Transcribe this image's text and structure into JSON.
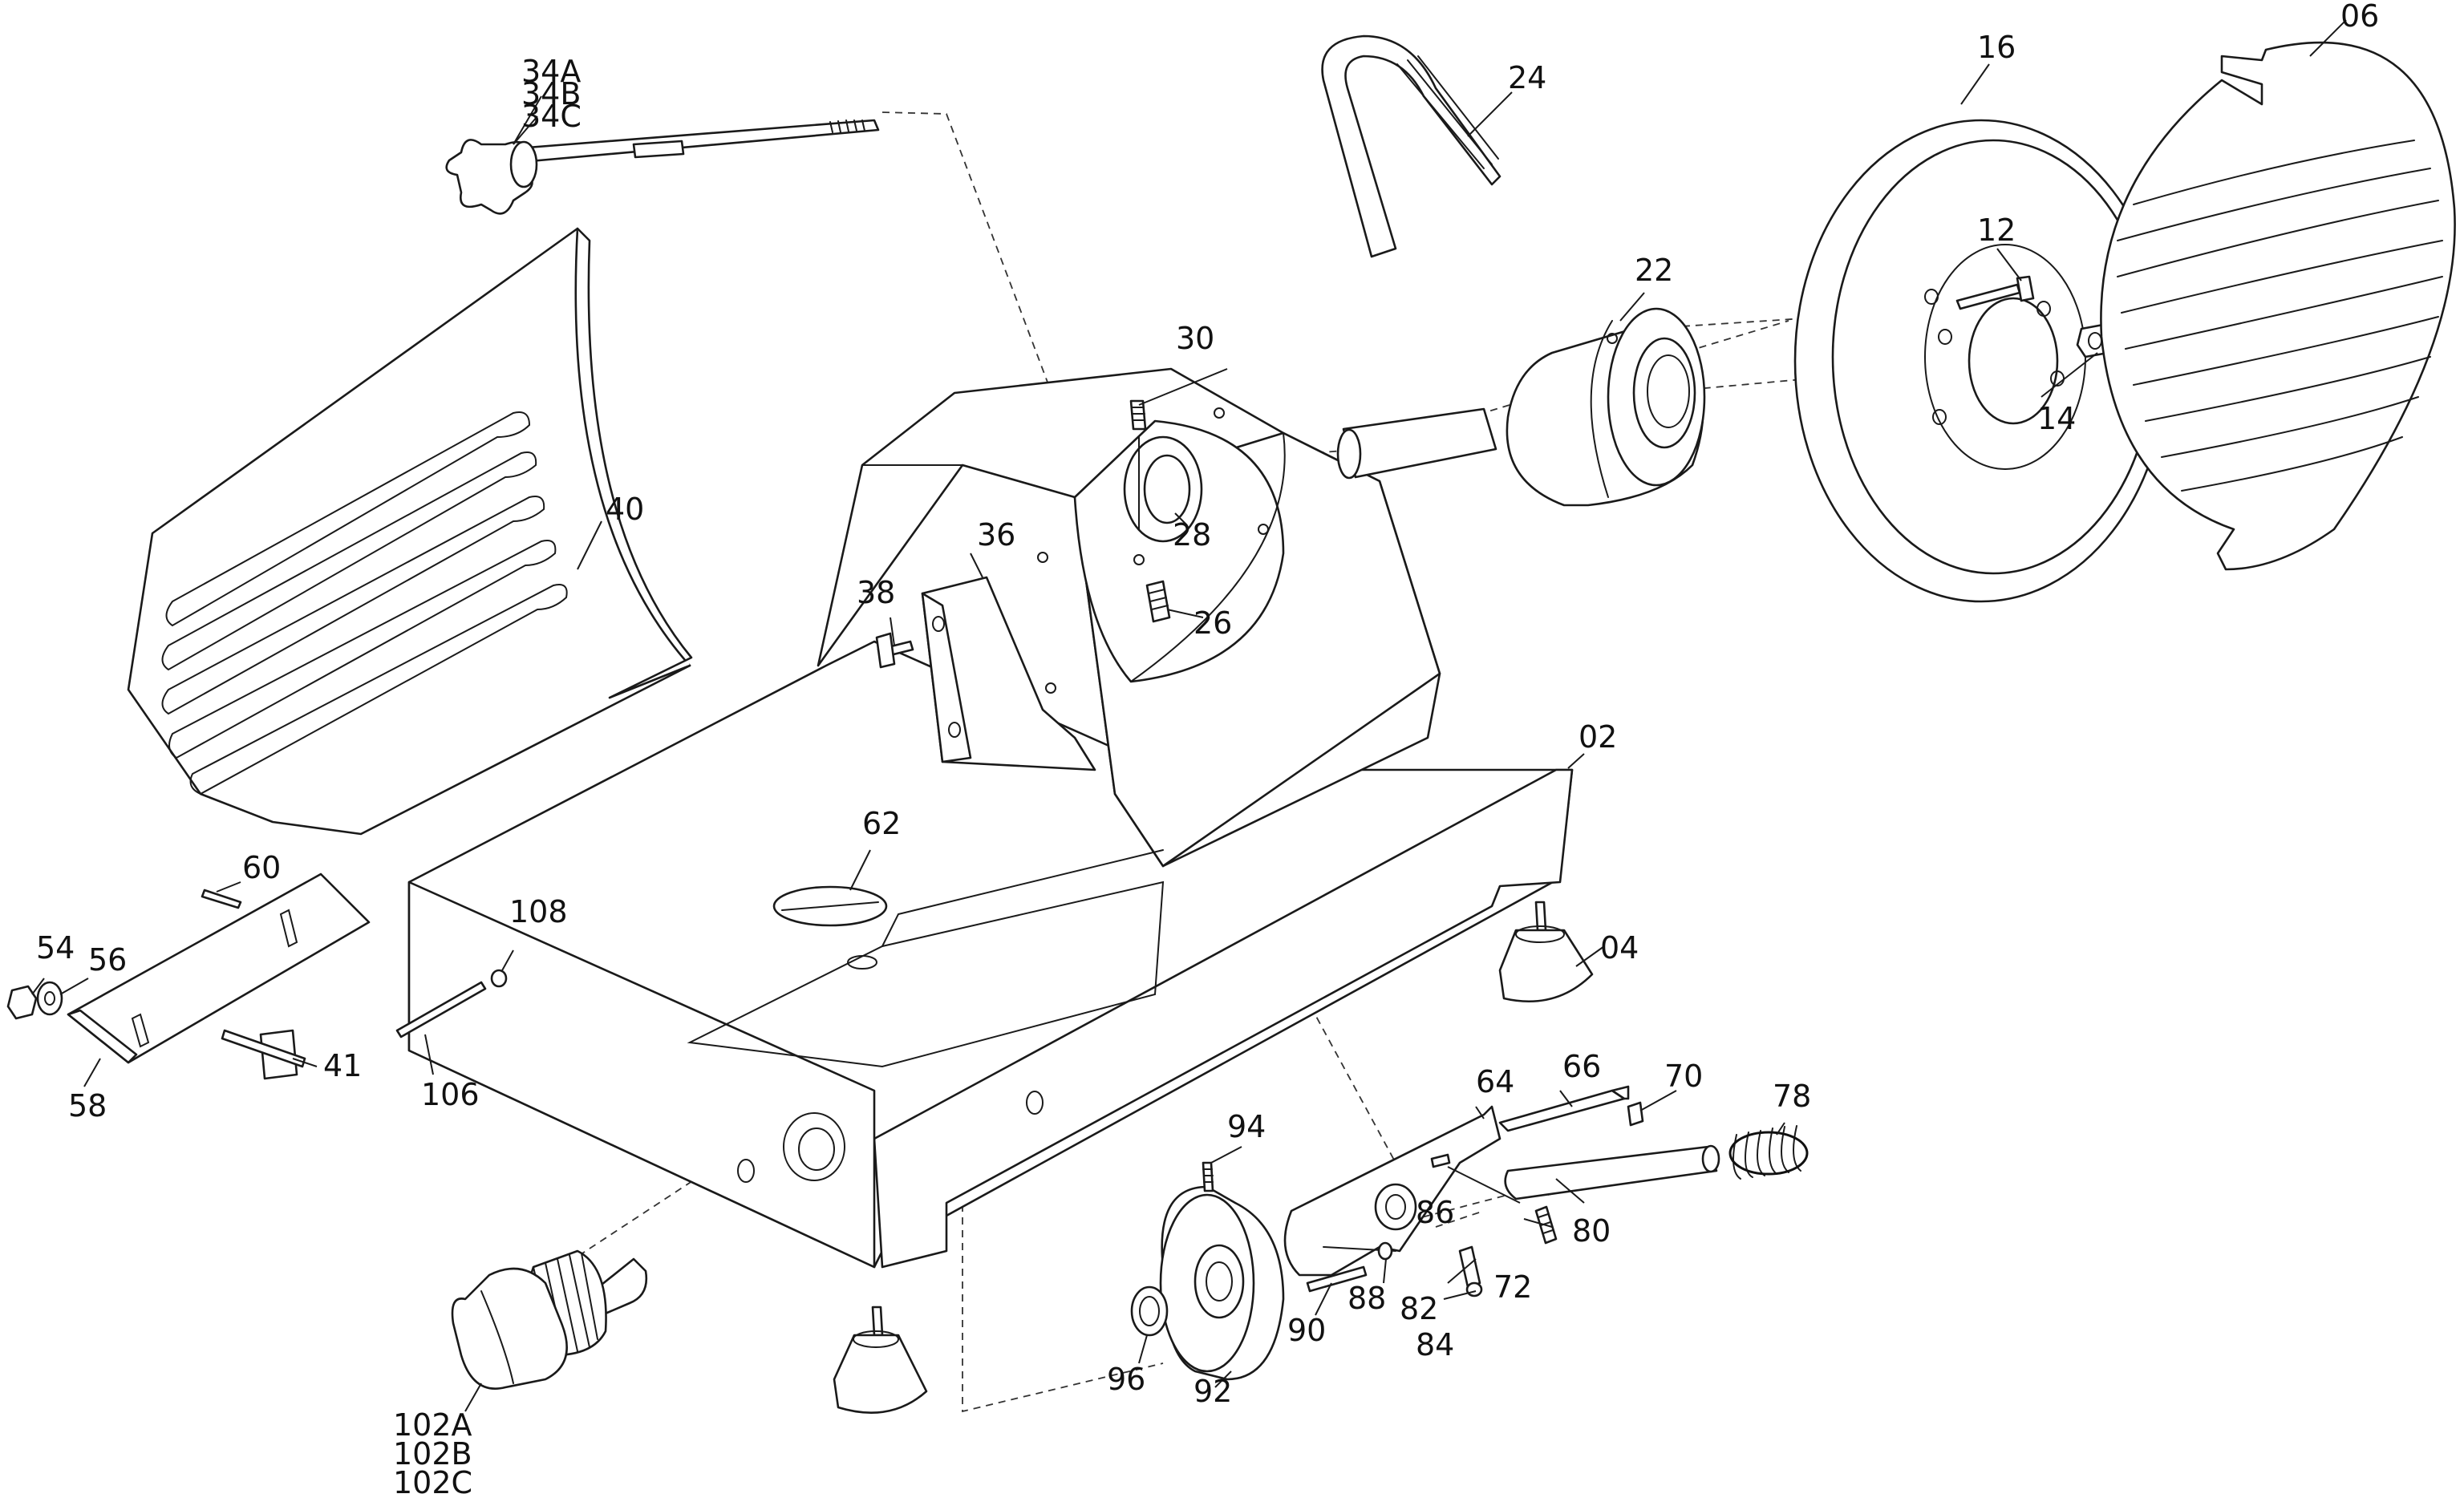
{
  "callouts": {
    "p02": "02",
    "p04": "04",
    "p06": "06",
    "p12": "12",
    "p14": "14",
    "p16": "16",
    "p22": "22",
    "p24": "24",
    "p26": "26",
    "p28": "28",
    "p30": "30",
    "p34a": "34A",
    "p34b": "34B",
    "p34c": "34C",
    "p36": "36",
    "p38": "38",
    "p40": "40",
    "p41": "41",
    "p54": "54",
    "p56": "56",
    "p58": "58",
    "p60": "60",
    "p62": "62",
    "p64": "64",
    "p66": "66",
    "p70": "70",
    "p72": "72",
    "p78": "78",
    "p80": "80",
    "p82": "82",
    "p84": "84",
    "p86": "86",
    "p88": "88",
    "p90": "90",
    "p92": "92",
    "p94": "94",
    "p96": "96",
    "p102a": "102A",
    "p102b": "102B",
    "p102c": "102C",
    "p106": "106",
    "p108": "108"
  }
}
